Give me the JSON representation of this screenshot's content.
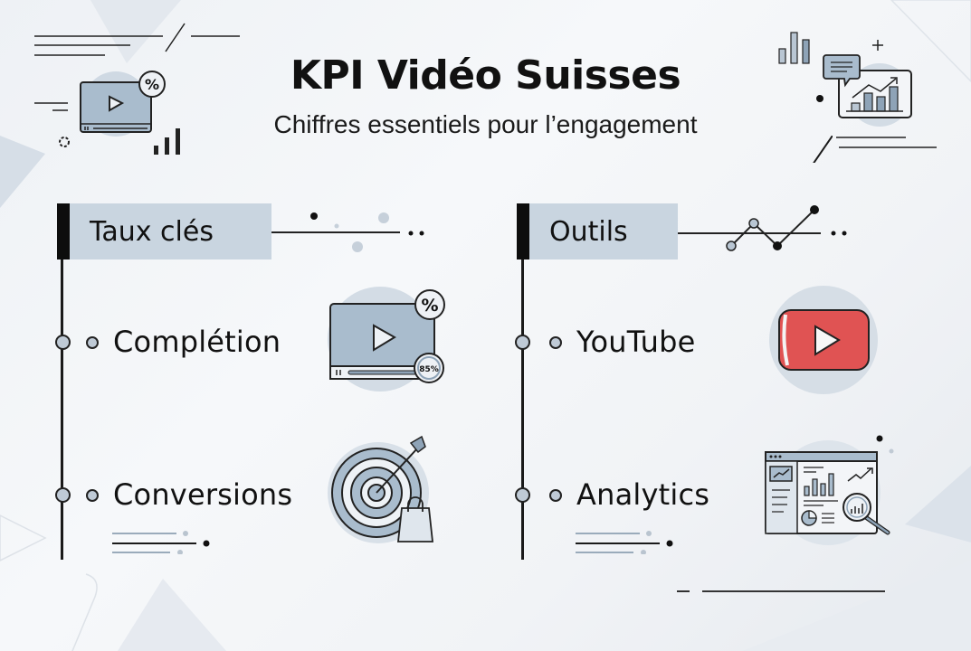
{
  "header": {
    "title": "KPI Vidéo Suisses",
    "subtitle": "Chiffres essentiels pour l’engagement"
  },
  "sections": [
    {
      "title": "Taux clés",
      "items": [
        {
          "label": "Complétion",
          "icon": "video-player-percent-icon",
          "badge": "85%"
        },
        {
          "label": "Conversions",
          "icon": "target-arrow-shopping-bag-icon"
        }
      ]
    },
    {
      "title": "Outils",
      "items": [
        {
          "label": "YouTube",
          "icon": "youtube-play-icon"
        },
        {
          "label": "Analytics",
          "icon": "analytics-dashboard-icon"
        }
      ]
    }
  ],
  "decorations": {
    "top_left_icon": "video-player-percent-icon",
    "top_right_icon": "chat-bar-chart-icon"
  },
  "colors": {
    "header_fill": "#c9d5e0",
    "accent_dark": "#111111",
    "icon_fill": "#a9bccd",
    "youtube_red": "#e04a4a",
    "background": "#f1f3f6"
  }
}
